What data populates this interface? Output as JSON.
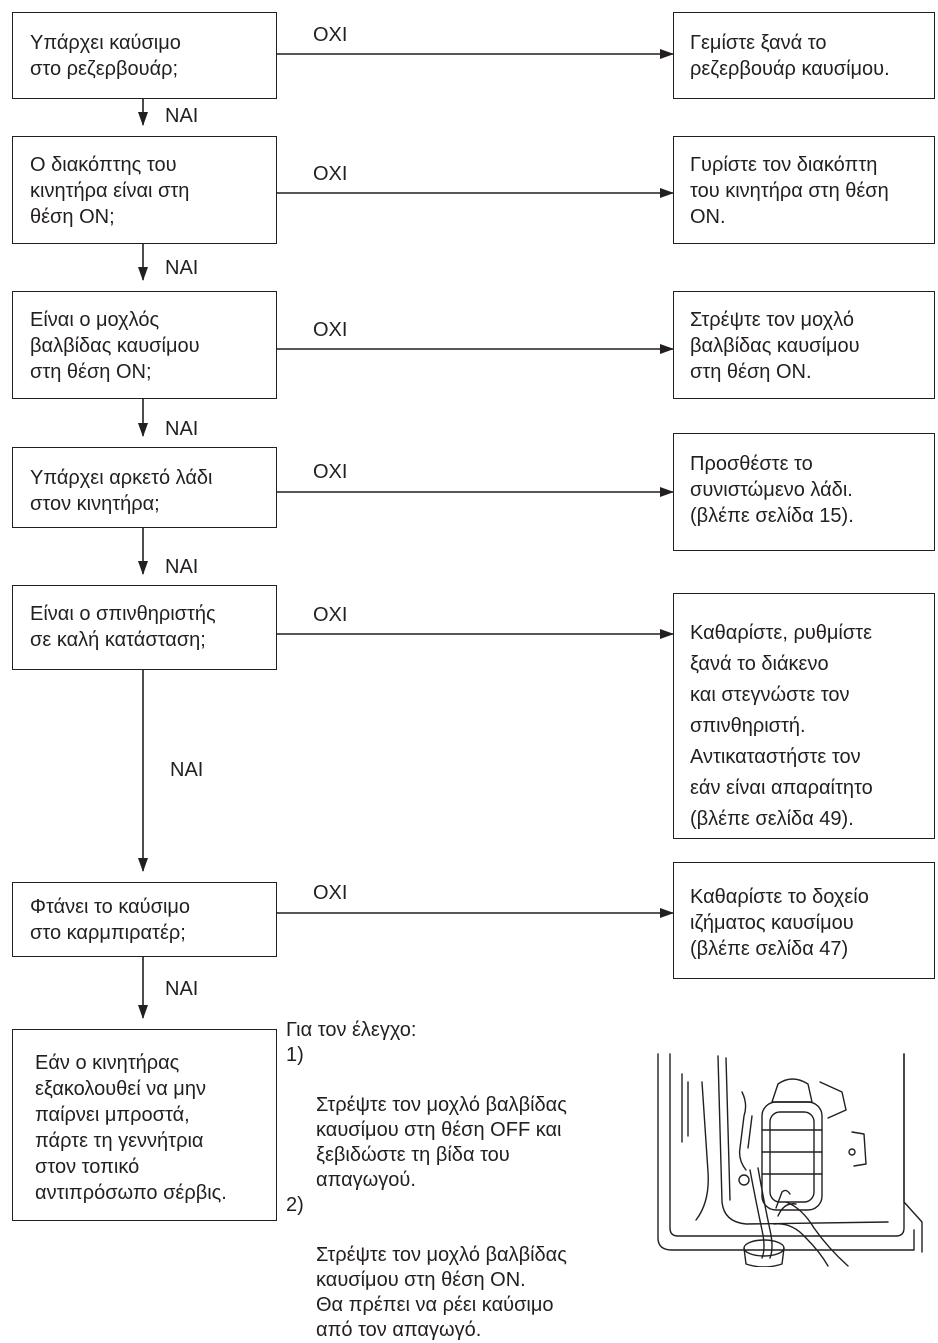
{
  "flowchart": {
    "steps": [
      {
        "question": "Υπάρχει καύσιμο\nστο ρεζερβουάρ;",
        "no_label": "ΟΧΙ",
        "yes_label": "ΝΑΙ",
        "action": "Γεμίστε ξανά το\nρεζερβουάρ καυσίμου."
      },
      {
        "question": "Ο διακόπτης του\nκινητήρα είναι στη\nθέση ON;",
        "no_label": "ΟΧΙ",
        "yes_label": "ΝΑΙ",
        "action": "Γυρίστε τον διακόπτη\nτου κινητήρα στη θέση\nON."
      },
      {
        "question": "Είναι ο μοχλός\nβαλβίδας καυσίμου\nστη θέση ON;",
        "no_label": "ΟΧΙ",
        "yes_label": "ΝΑΙ",
        "action": "Στρέψτε τον μοχλό\nβαλβίδας καυσίμου\nστη θέση ON."
      },
      {
        "question": "Υπάρχει αρκετό λάδι\nστον κινητήρα;",
        "no_label": "ΟΧΙ",
        "yes_label": "ΝΑΙ",
        "action": "Προσθέστε το\nσυνιστώμενο λάδι.\n(βλέπε σελίδα 15)."
      },
      {
        "question": "Είναι ο σπινθηριστής\nσε καλή κατάσταση;",
        "no_label": "ΟΧΙ",
        "yes_label": "ΝΑΙ",
        "action": "Καθαρίστε, ρυθμίστε\nξανά το διάκενο\nκαι στεγνώστε τον\nσπινθηριστή.\nΑντικαταστήστε τον\nεάν είναι απαραίτητο\n(βλέπε σελίδα 49)."
      },
      {
        "question": "Φτάνει το καύσιμο\nστο καρμπιρατέρ;",
        "no_label": "ΟΧΙ",
        "yes_label": "ΝΑΙ",
        "action": "Καθαρίστε το δοχείο\nιζήματος καυσίμου\n(βλέπε σελίδα 47)"
      }
    ],
    "final_box": "Εάν ο κινητήρας\nεξακολουθεί να μην\nπαίρνει μπροστά,\nπάρτε τη γεννήτρια\nστον τοπικό\nαντιπρόσωπο σέρβις."
  },
  "check_note": {
    "heading": "Για τον έλεγχο:",
    "items": [
      {
        "num": "1)",
        "text": "Στρέψτε τον μοχλό βαλβίδας\nκαυσίμου στη θέση OFF και\nξεβιδώστε τη βίδα του\nαπαγωγού."
      },
      {
        "num": "2)",
        "text": "Στρέψτε τον μοχλό βαλβίδας\nκαυσίμου στη θέση ON.\nΘα πρέπει να ρέει καύσιμο\nαπό τον απαγωγό."
      }
    ]
  },
  "colors": {
    "ink": "#231f20",
    "background": "#ffffff"
  },
  "illustration": {
    "subject": "drain-screw-fuel-check-illustration"
  }
}
